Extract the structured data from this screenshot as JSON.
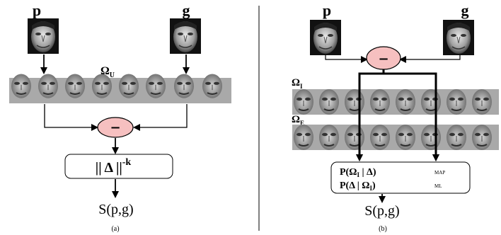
{
  "panel_a": {
    "label_p": "p",
    "label_g": "g",
    "omega": "Ω",
    "omega_sub": "U",
    "minus": "−",
    "norm_text": "|| Δ ||",
    "norm_exp": "-k",
    "output": "S(p,g)",
    "caption": "(a)"
  },
  "panel_b": {
    "label_p": "p",
    "label_g": "g",
    "minus": "−",
    "omega_i": "Ω",
    "omega_i_sub": "I",
    "omega_e": "Ω",
    "omega_e_sub": "E",
    "formula1_pre": "P(Ω",
    "formula1_sub": "I",
    "formula1_post": " | Δ)",
    "formula1_tag": "MAP",
    "formula2_pre": "P(Δ | Ω",
    "formula2_sub": "I",
    "formula2_post": ")",
    "formula2_tag": "ML",
    "output": "S(p,g)",
    "caption": "(b)"
  },
  "colors": {
    "minus_fill": "#f6c0c0",
    "strip_bg": "#a9a9a9",
    "arrow": "#000000"
  },
  "icons": [
    "face-photo-p",
    "face-photo-g",
    "eigenface-strip",
    "minus-circle",
    "arrow"
  ]
}
